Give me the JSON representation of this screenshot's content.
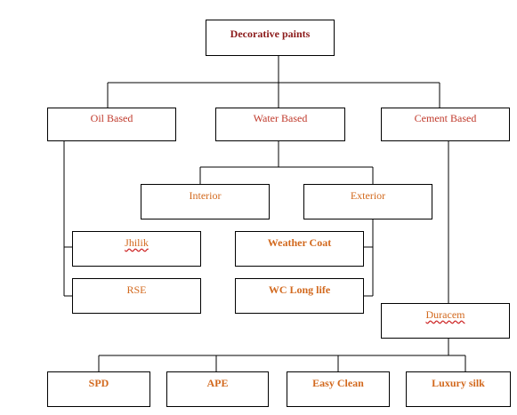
{
  "colors": {
    "dark_red": "#8b1a1a",
    "red": "#c0392b",
    "orange": "#d2691e",
    "line": "#000000"
  },
  "nodes": {
    "decorative_paints": "Decorative paints",
    "oil_based": "Oil Based",
    "water_based": "Water Based",
    "cement_based": "Cement Based",
    "interior": "Interior",
    "exterior": "Exterior",
    "jhilik": "Jhilik",
    "rse": "RSE",
    "weather_coat": "Weather Coat",
    "wc_long_life": "WC Long life",
    "duracem": "Duracem",
    "spd": "SPD",
    "ape": "APE",
    "easy_clean": "Easy Clean",
    "luxury_silk": "Luxury silk"
  }
}
